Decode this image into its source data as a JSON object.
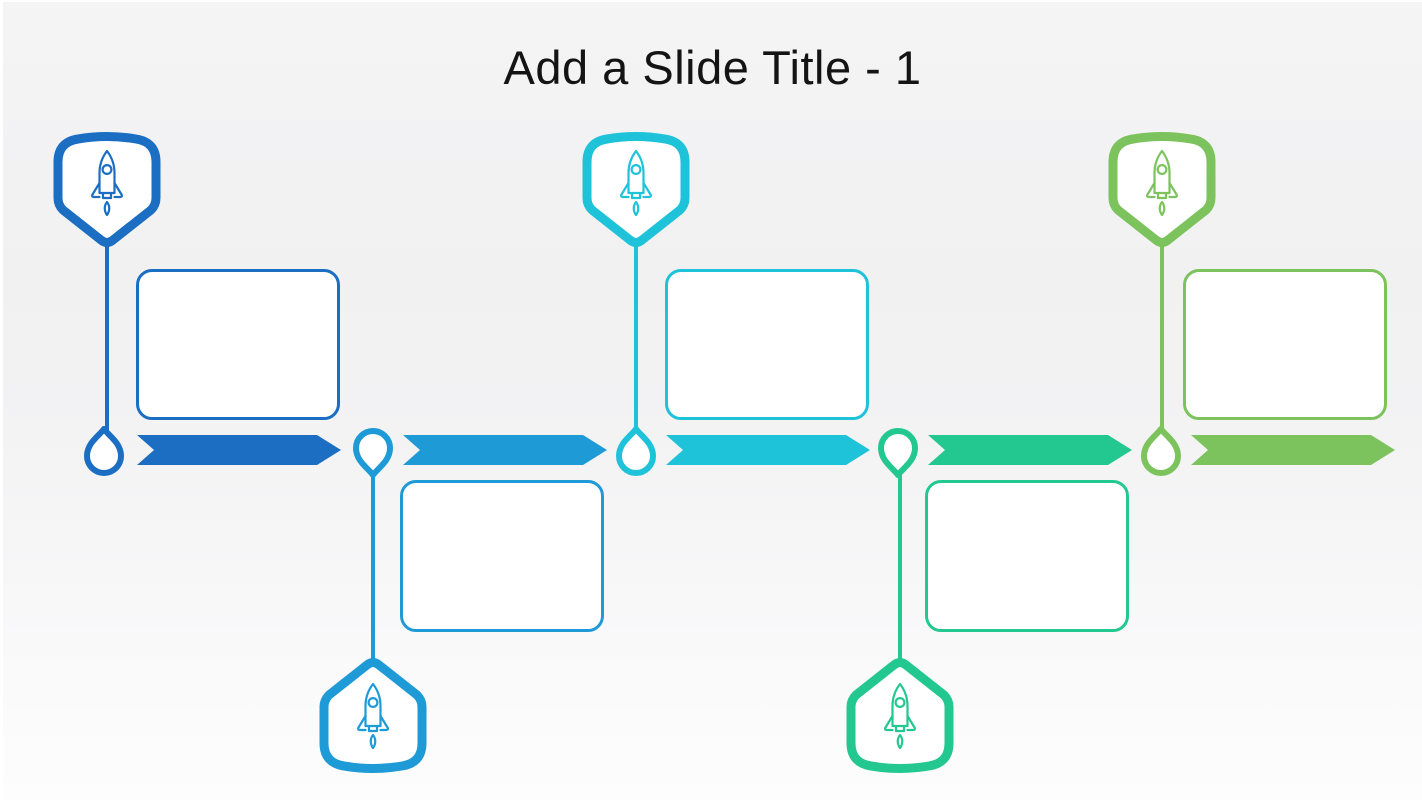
{
  "slide": {
    "title": "Add a Slide Title - 1",
    "background_color": "#f2f2f3"
  },
  "timeline": {
    "description": "five-step horizontal arrow timeline with alternating rocket badges",
    "milestones": [
      {
        "index": 1,
        "badge_position": "top",
        "color": "#1b6ec2",
        "icon": "rocket-icon",
        "box_text": ""
      },
      {
        "index": 2,
        "badge_position": "bottom",
        "color": "#1e9ad6",
        "icon": "rocket-icon",
        "box_text": ""
      },
      {
        "index": 3,
        "badge_position": "top",
        "color": "#1ec3d9",
        "icon": "rocket-icon",
        "box_text": ""
      },
      {
        "index": 4,
        "badge_position": "bottom",
        "color": "#23c890",
        "icon": "rocket-icon",
        "box_text": ""
      },
      {
        "index": 5,
        "badge_position": "top",
        "color": "#7cc35e",
        "icon": "rocket-icon",
        "box_text": ""
      }
    ]
  }
}
